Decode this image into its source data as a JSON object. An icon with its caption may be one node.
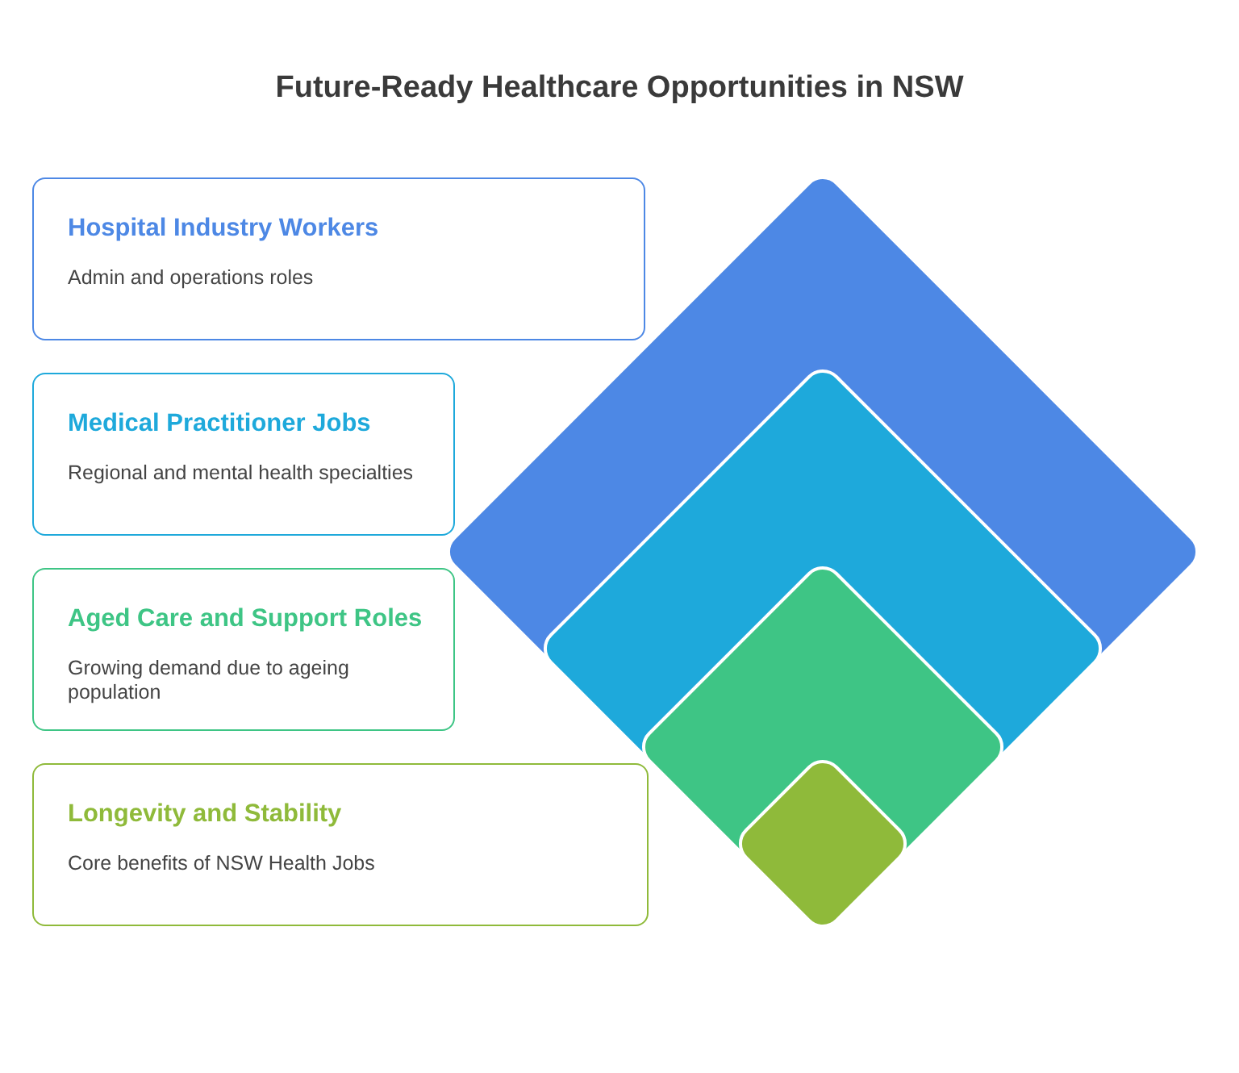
{
  "diagram": {
    "title": "Future-Ready Healthcare Opportunities in NSW",
    "nodes": [
      {
        "text": [
          "Hospital Industry Workers",
          "Admin and operations roles"
        ]
      },
      {
        "text": [
          "Medical Practitioner Jobs",
          "Regional and mental health specialties"
        ]
      },
      {
        "text": [
          "Aged Care and Support Roles",
          "Growing demand due to ageing population"
        ]
      },
      {
        "text": [
          "Longevity and Stability",
          "Core benefits of NSW Health Jobs"
        ]
      }
    ],
    "edges": []
  }
}
